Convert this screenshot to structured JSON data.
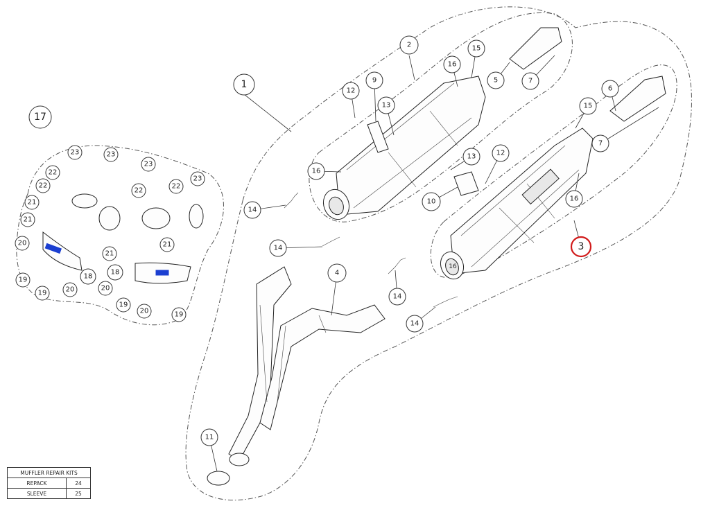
{
  "callouts": [
    {
      "label": "1"
    },
    {
      "label": "2"
    },
    {
      "label": "3"
    },
    {
      "label": "4"
    },
    {
      "label": "5"
    },
    {
      "label": "6"
    },
    {
      "label": "7"
    },
    {
      "label": "7"
    },
    {
      "label": "9"
    },
    {
      "label": "10"
    },
    {
      "label": "11"
    },
    {
      "label": "12"
    },
    {
      "label": "12"
    },
    {
      "label": "13"
    },
    {
      "label": "13"
    },
    {
      "label": "14"
    },
    {
      "label": "14"
    },
    {
      "label": "14"
    },
    {
      "label": "14"
    },
    {
      "label": "15"
    },
    {
      "label": "15"
    },
    {
      "label": "16"
    },
    {
      "label": "16"
    },
    {
      "label": "16"
    },
    {
      "label": "16"
    },
    {
      "label": "17"
    },
    {
      "label": "18"
    },
    {
      "label": "18"
    },
    {
      "label": "19"
    },
    {
      "label": "19"
    },
    {
      "label": "19"
    },
    {
      "label": "19"
    },
    {
      "label": "20"
    },
    {
      "label": "20"
    },
    {
      "label": "20"
    },
    {
      "label": "20"
    },
    {
      "label": "21"
    },
    {
      "label": "21"
    },
    {
      "label": "21"
    },
    {
      "label": "21"
    },
    {
      "label": "22"
    },
    {
      "label": "22"
    },
    {
      "label": "22"
    },
    {
      "label": "22"
    },
    {
      "label": "23"
    },
    {
      "label": "23"
    },
    {
      "label": "23"
    },
    {
      "label": "23"
    }
  ],
  "repair_kits": {
    "title": "MUFFLER REPAIR KITS",
    "rows": [
      {
        "name": "REPACK",
        "code": "24"
      },
      {
        "name": "SLEEVE",
        "code": "25"
      }
    ]
  },
  "colors": {
    "highlight": "#d11a1a",
    "blue_parts": "#1b3fd1",
    "line": "#222222"
  }
}
